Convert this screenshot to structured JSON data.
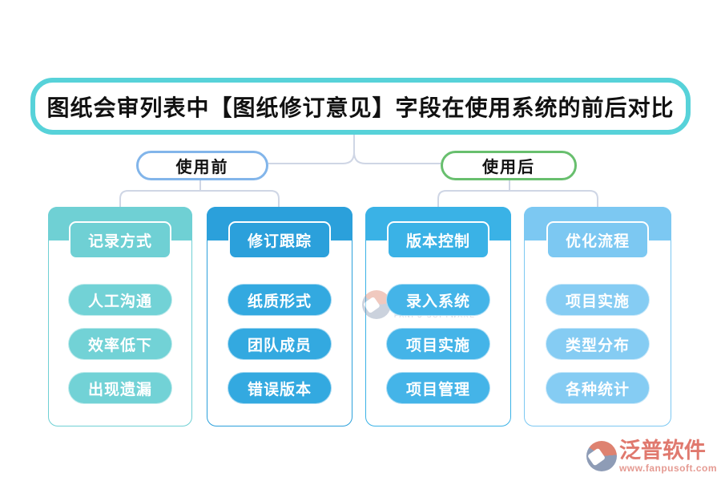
{
  "title": {
    "text": "图纸会审列表中【图纸修订意见】字段在使用系统的前后对比",
    "border_color": "#57d2d9"
  },
  "branches": [
    {
      "label": "使用前",
      "border_color": "#82b5ea"
    },
    {
      "label": "使用后",
      "border_color": "#68bf6e"
    }
  ],
  "groups": [
    {
      "header": "记录方式",
      "color": "#6fd0d4",
      "item_color": "#72d2d6",
      "items": [
        "人工沟通",
        "效率低下",
        "出现遗漏"
      ]
    },
    {
      "header": "修订跟踪",
      "color": "#2ba0db",
      "item_color": "#33a9e0",
      "items": [
        "纸质形式",
        "团队成员",
        "错误版本"
      ]
    },
    {
      "header": "版本控制",
      "color": "#3ab2e6",
      "item_color": "#44b4e8",
      "items": [
        "录入系统",
        "项目实施",
        "项目管理"
      ]
    },
    {
      "header": "优化流程",
      "color": "#7cc8f2",
      "item_color": "#85ccf3",
      "items": [
        "项目实施",
        "类型分布",
        "各种统计"
      ]
    }
  ],
  "watermark": {
    "text": "泛普软件",
    "subtext": "FANPU SOFTWARE"
  },
  "logo": {
    "name": "泛普软件",
    "url": "www.fanpusoft.com"
  },
  "connector_color": "#cfd6e5"
}
